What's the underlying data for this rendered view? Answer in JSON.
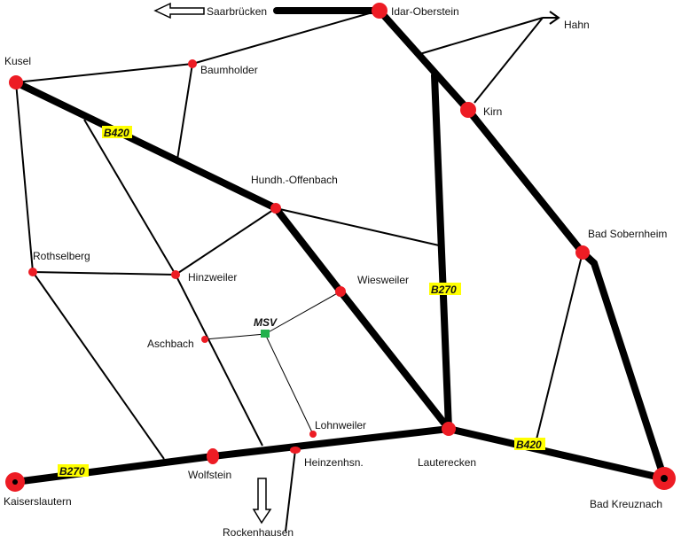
{
  "colors": {
    "node": "#ed1c24",
    "road": "#000000",
    "route_bg": "#ffff00",
    "msv": "#22b14c"
  },
  "places": {
    "saarbruecken": "Saarbrücken",
    "idar": "Idar-Oberstein",
    "hahn": "Hahn",
    "kusel": "Kusel",
    "baumholder": "Baumholder",
    "kirn": "Kirn",
    "hundh": "Hundh.-Offenbach",
    "bad_sobernheim": "Bad Sobernheim",
    "rothselberg": "Rothselberg",
    "hinzweiler": "Hinzweiler",
    "wiesweiler": "Wiesweiler",
    "msv": "MSV",
    "aschbach": "Aschbach",
    "lohnweiler": "Lohnweiler",
    "heinzenhsn": "Heinzenhsn.",
    "lauterecken": "Lauterecken",
    "wolfstein": "Wolfstein",
    "kaiserslautern": "Kaiserslautern",
    "bad_kreuznach": "Bad Kreuznach",
    "rockenhausen": "Rockenhausen"
  },
  "routes": {
    "b420_west": "B420",
    "b270_north": "B270",
    "b420_east": "B420",
    "b270_west": "B270"
  }
}
